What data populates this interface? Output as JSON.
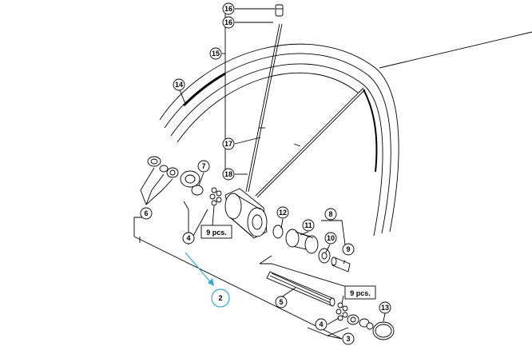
{
  "callouts": [
    {
      "id": "c16a",
      "label": "16"
    },
    {
      "id": "c16b",
      "label": "16"
    },
    {
      "id": "c15",
      "label": "15"
    },
    {
      "id": "c14",
      "label": "14"
    },
    {
      "id": "c7",
      "label": "7"
    },
    {
      "id": "c17",
      "label": "17"
    },
    {
      "id": "c18",
      "label": "18"
    },
    {
      "id": "c6",
      "label": "6"
    },
    {
      "id": "c4a",
      "label": "4"
    },
    {
      "id": "c12",
      "label": "12"
    },
    {
      "id": "c11",
      "label": "11"
    },
    {
      "id": "c8",
      "label": "8"
    },
    {
      "id": "c10",
      "label": "10"
    },
    {
      "id": "c9",
      "label": "9"
    },
    {
      "id": "c2",
      "label": "2"
    },
    {
      "id": "c5",
      "label": "5"
    },
    {
      "id": "c4b",
      "label": "4"
    },
    {
      "id": "c13",
      "label": "13"
    },
    {
      "id": "c3",
      "label": "3"
    }
  ],
  "boxes": {
    "pcs_front": "9 pcs.",
    "pcs_rear": "9 pcs."
  },
  "colors": {
    "highlight": "#39a6d6",
    "line": "#000000"
  }
}
